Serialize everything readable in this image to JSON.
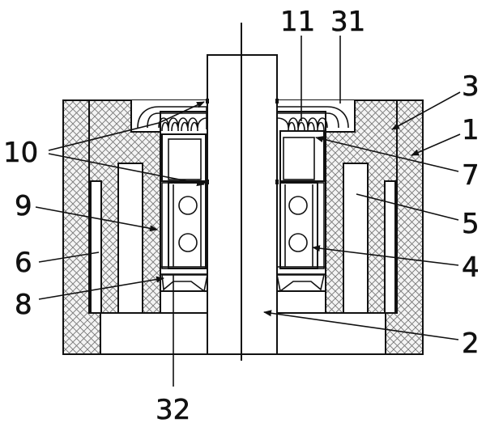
{
  "diagram": {
    "labels": {
      "l1": "1",
      "l2": "2",
      "l3": "3",
      "l4": "4",
      "l5": "5",
      "l6": "6",
      "l7": "7",
      "l8": "8",
      "l9": "9",
      "l10": "10",
      "l11": "11",
      "l31": "31",
      "l32": "32"
    }
  }
}
